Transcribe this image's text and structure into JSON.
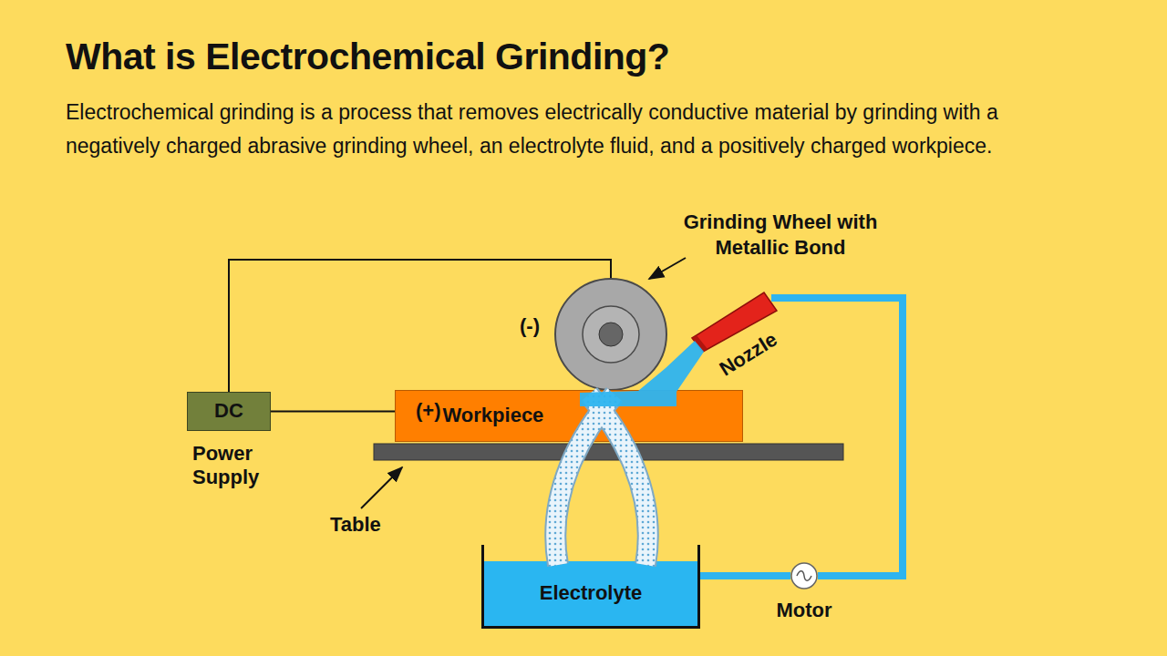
{
  "diagram": {
    "title": "What is Electrochemical Grinding?",
    "caption": "Electrochemical grinding is a process that removes electrically conductive material by grinding with a negatively charged abrasive grinding wheel, an electrolyte fluid, and a positively charged workpiece.",
    "nodes": [
      {
        "text": [
          "(-)"
        ]
      },
      {
        "text": [
          "DC",
          "Power Supply"
        ]
      },
      {
        "text": [
          "(+)",
          "Workpiece"
        ]
      },
      {
        "text": [
          "Electrolyte"
        ]
      },
      {
        "text": [
          "Motor"
        ]
      }
    ],
    "edges": [
      {
        "from": 1,
        "to": 0,
        "arrow": "none"
      },
      {
        "from": 1,
        "to": 2,
        "arrow": "none"
      },
      {
        "from": 3,
        "to": 4,
        "arrow": "none"
      }
    ],
    "labels": [
      "Grinding Wheel with Metallic Bond",
      "Nozzle",
      "Table"
    ]
  }
}
